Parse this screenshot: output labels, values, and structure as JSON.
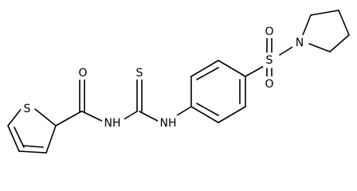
{
  "molecule": {
    "atoms": {
      "s_thiophene": "S",
      "o_carbonyl": "O",
      "nh_amide": "NH",
      "s_thione": "S",
      "nh_aryl": "NH",
      "s_sulfonyl": "S",
      "o_sulfonyl_top": "O",
      "o_sulfonyl_bottom": "O",
      "n_pyrrolidine": "N"
    }
  }
}
